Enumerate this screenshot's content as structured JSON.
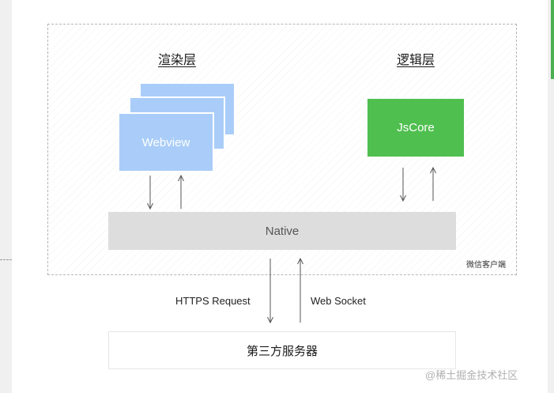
{
  "diagram": {
    "render_layer_title": "渲染层",
    "logic_layer_title": "逻辑层",
    "webview_label": "Webview",
    "jscore_label": "JsCore",
    "native_label": "Native",
    "client_label": "微信客户端",
    "https_label": "HTTPS Request",
    "websocket_label": "Web Socket",
    "server_label": "第三方服务器",
    "watermark": "@稀土掘金技术社区"
  },
  "colors": {
    "webview": "#a9cdf8",
    "jscore": "#4fbf4f",
    "native": "#dddddd",
    "arrow": "#555555"
  }
}
